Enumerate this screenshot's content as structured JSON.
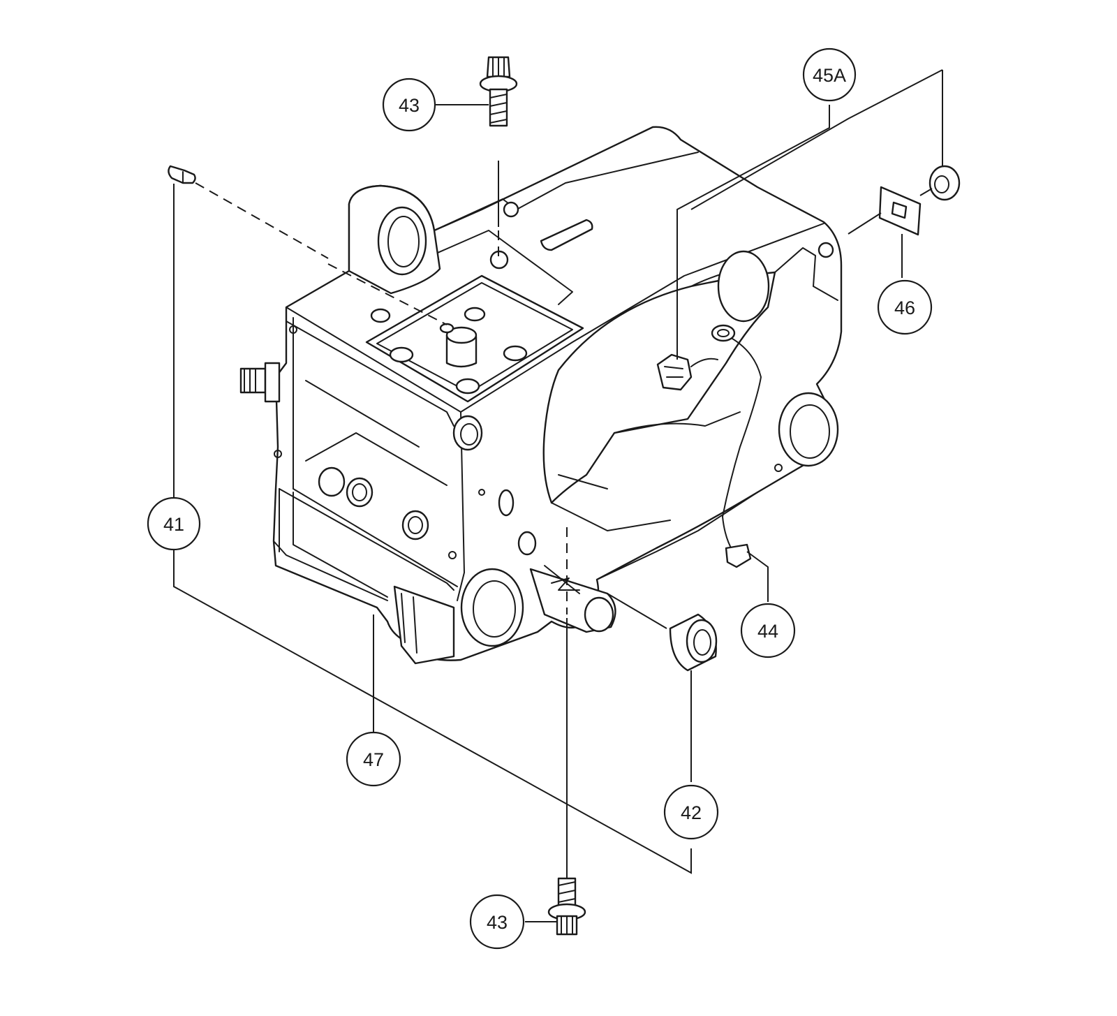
{
  "callouts": {
    "c41": "41",
    "c42": "42",
    "c43_top": "43",
    "c43_bottom": "43",
    "c44": "44",
    "c45a": "45A",
    "c46": "46",
    "c47": "47"
  },
  "colors": {
    "line": "#1a1a1a",
    "paper": "#ffffff"
  }
}
